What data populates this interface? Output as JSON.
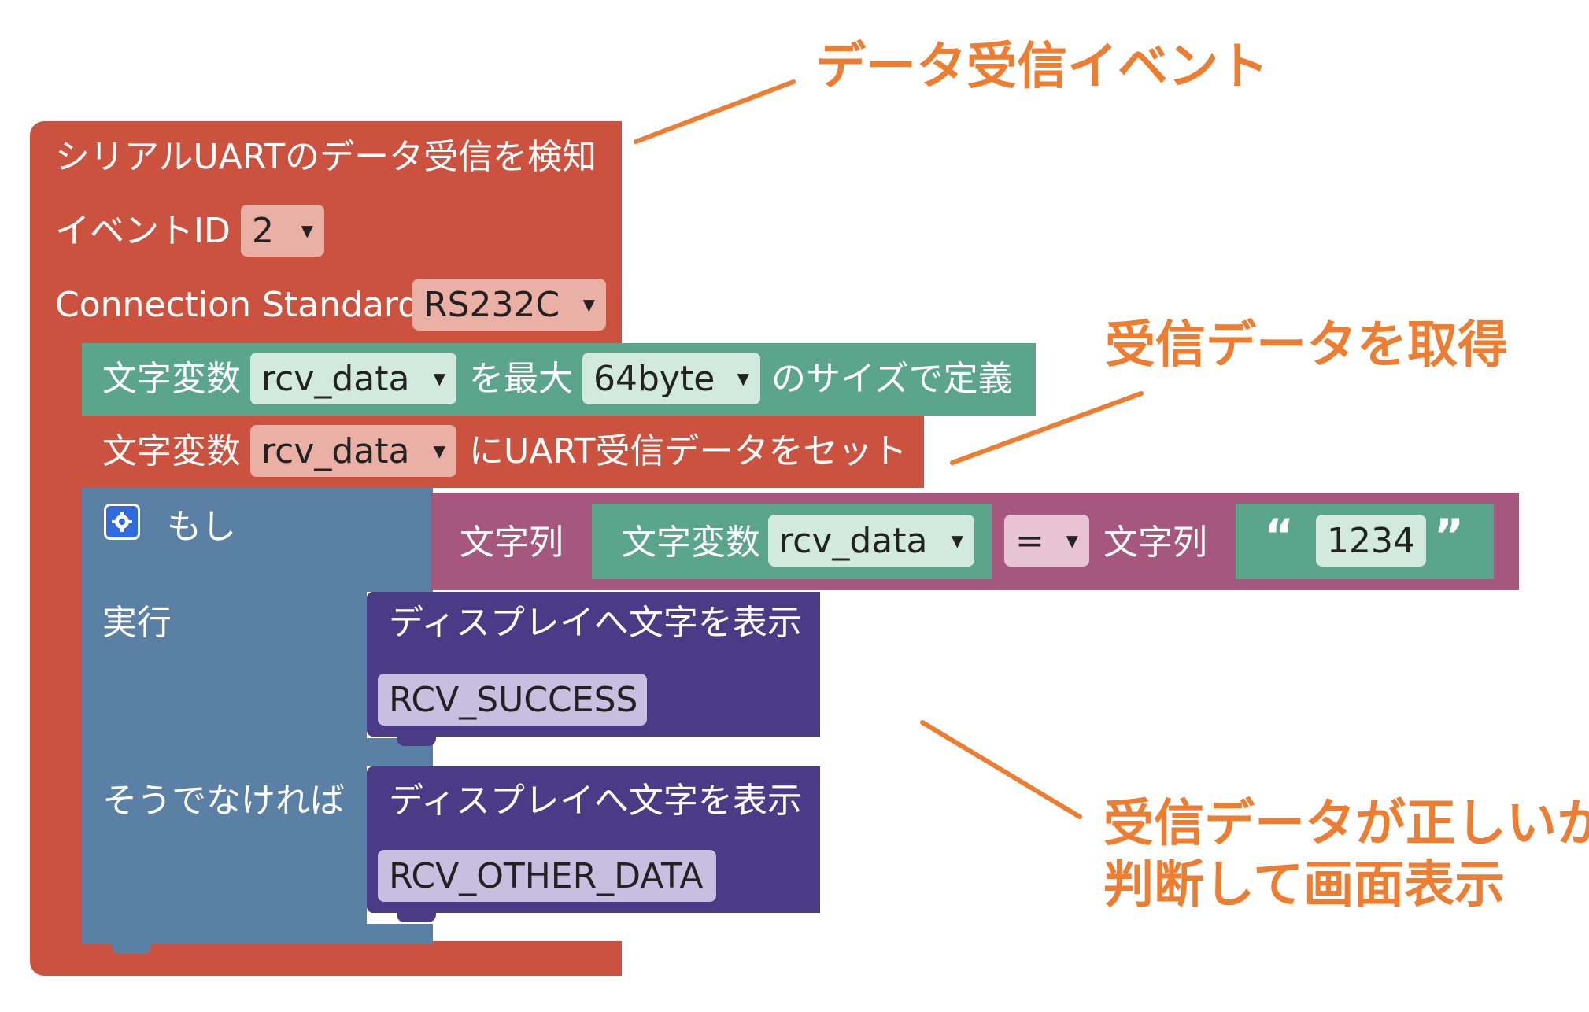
{
  "colors": {
    "event_red": "#CC5240",
    "event_field": "#EAB0A5",
    "text_green": "#5BA58C",
    "text_field": "#D2E9E0",
    "logic_blue": "#5B80A5",
    "compare_purple": "#A5577E",
    "compare_field": "#E8C3D4",
    "display_purple": "#4A3B87",
    "display_field": "#C7BFDF",
    "annotation_orange": "#ED7D31"
  },
  "event_block": {
    "title": "シリアルUARTのデータ受信を検知",
    "event_id_label": "イベントID",
    "event_id_value": "2",
    "connection_label": "Connection Standard",
    "connection_value": "RS232C"
  },
  "define_block": {
    "label_var": "文字変数",
    "var_name": "rcv_data",
    "label_max": "を最大",
    "size_value": "64byte",
    "label_define": "のサイズで定義"
  },
  "set_block": {
    "label_var": "文字変数",
    "var_name": "rcv_data",
    "label_set": "にUART受信データをセット"
  },
  "if_block": {
    "if_label": "もし",
    "then_label": "実行",
    "else_label": "そうでなければ",
    "gear_icon": "gear-icon"
  },
  "compare_block": {
    "left_label": "文字列",
    "var_label": "文字変数",
    "var_name": "rcv_data",
    "operator": "=",
    "right_label": "文字列",
    "open_quote": "“",
    "close_quote": "”",
    "literal_value": "1234"
  },
  "display_blocks": [
    {
      "label": "ディスプレイへ文字を表示",
      "value": "RCV_SUCCESS"
    },
    {
      "label": "ディスプレイへ文字を表示",
      "value": "RCV_OTHER_DATA"
    }
  ],
  "annotations": {
    "event": "データ受信イベント",
    "receive": "受信データを取得",
    "judge_line1": "受信データが正しいか",
    "judge_line2": "判断して画面表示"
  }
}
